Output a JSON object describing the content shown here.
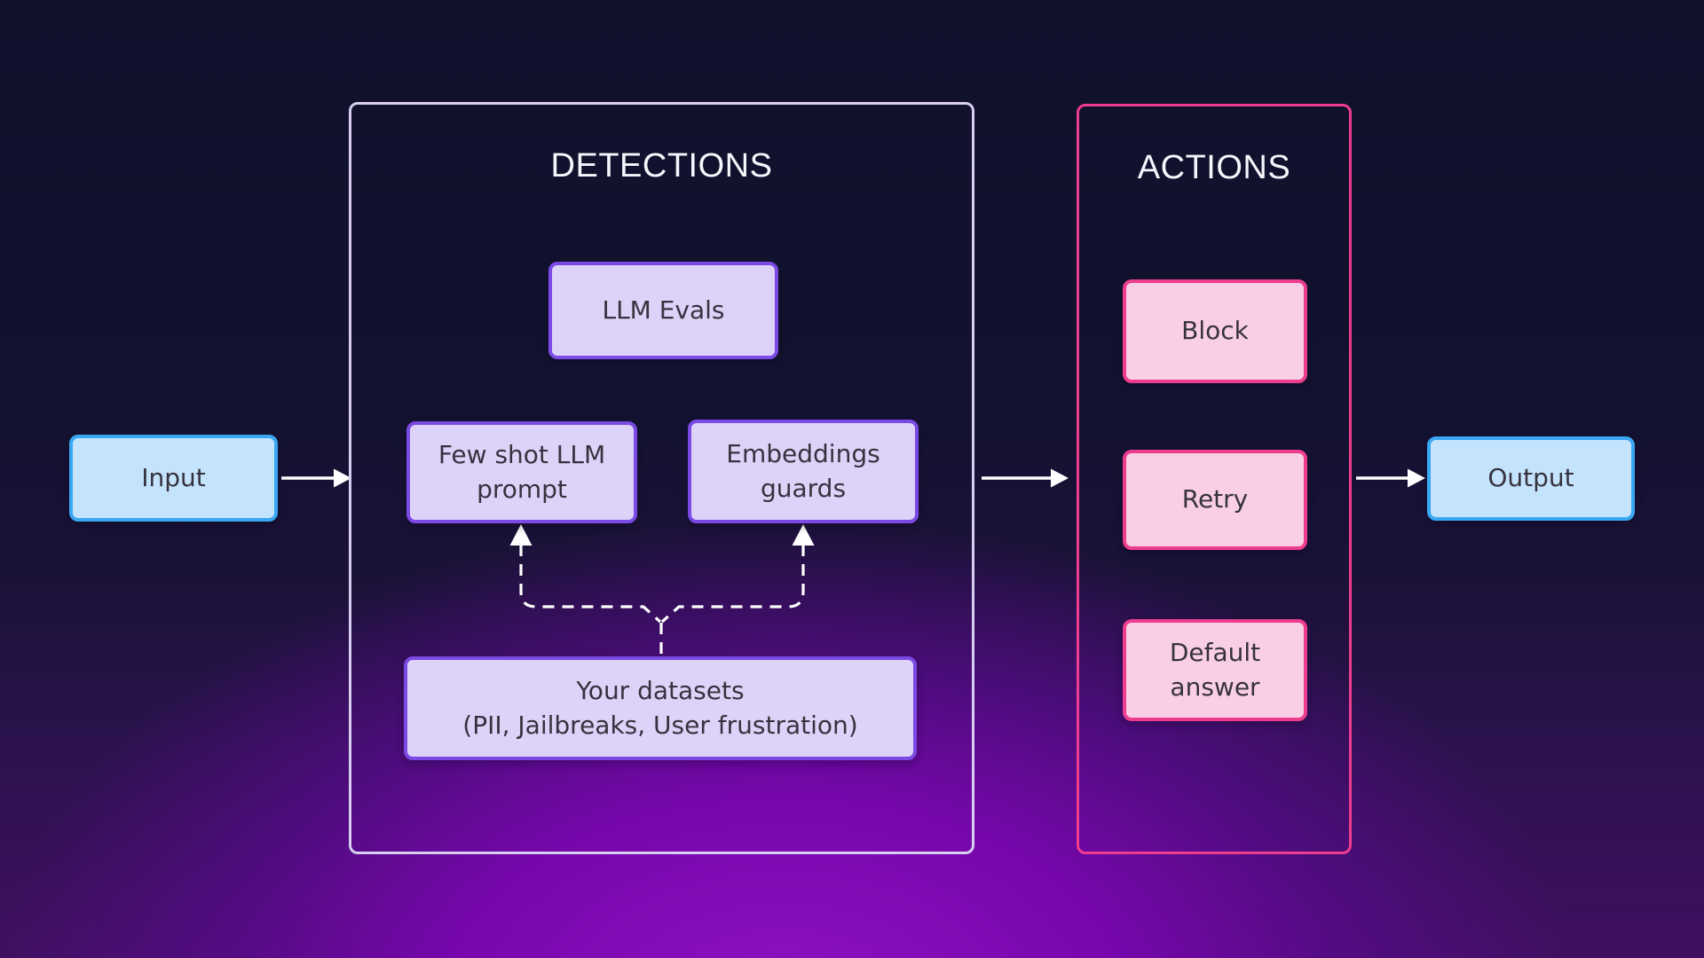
{
  "colors": {
    "bg-top": "#10112b",
    "bg-glow": "#8f13c4",
    "blue-fill": "#c4e4fd",
    "blue-border": "#3aa7f2",
    "purple-fill": "#ddd3f8",
    "purple-border": "#7b49e4",
    "pink-fill": "#f9cfe5",
    "pink-border": "#ee3d8f",
    "panel-purple-border": "#d7cef2",
    "panel-pink-border": "#ee3d8f",
    "connector": "#ffffff",
    "title-text": "#f7f5fc",
    "node-text": "#37323f"
  },
  "panels": {
    "detections": {
      "title": "DETECTIONS"
    },
    "actions": {
      "title": "ACTIONS"
    }
  },
  "nodes": {
    "input": {
      "label": "Input"
    },
    "output": {
      "label": "Output"
    },
    "llm_evals": {
      "label": "LLM Evals"
    },
    "few_shot": {
      "line1": "Few shot LLM",
      "line2": "prompt"
    },
    "embeddings": {
      "line1": "Embeddings",
      "line2": "guards"
    },
    "datasets": {
      "line1": "Your datasets",
      "line2": "(PII, Jailbreaks, User frustration)"
    },
    "block": {
      "label": "Block"
    },
    "retry": {
      "label": "Retry"
    },
    "default_answer": {
      "line1": "Default",
      "line2": "answer"
    }
  }
}
